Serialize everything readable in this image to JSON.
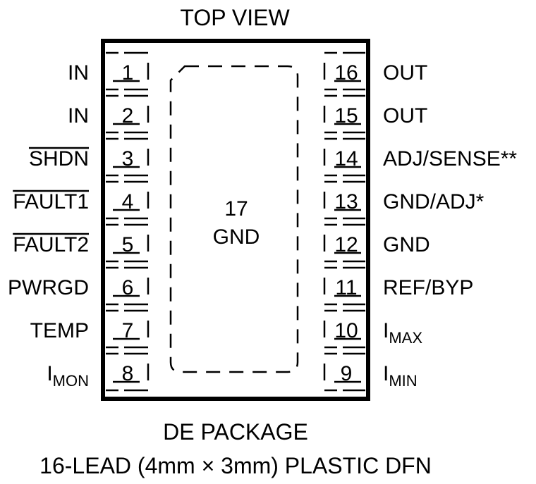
{
  "header": {
    "view_label": "TOP VIEW"
  },
  "package": {
    "pad_number": "17",
    "pad_name": "GND",
    "footer_line1": "DE PACKAGE",
    "footer_line2": "16-LEAD (4mm × 3mm) PLASTIC DFN"
  },
  "left_pins": [
    {
      "num": "1",
      "name": "IN",
      "overbar": false,
      "sub": ""
    },
    {
      "num": "2",
      "name": "IN",
      "overbar": false,
      "sub": ""
    },
    {
      "num": "3",
      "name": "SHDN",
      "overbar": true,
      "sub": ""
    },
    {
      "num": "4",
      "name": "FAULT1",
      "overbar": true,
      "sub": ""
    },
    {
      "num": "5",
      "name": "FAULT2",
      "overbar": true,
      "sub": ""
    },
    {
      "num": "6",
      "name": "PWRGD",
      "overbar": false,
      "sub": ""
    },
    {
      "num": "7",
      "name": "TEMP",
      "overbar": false,
      "sub": ""
    },
    {
      "num": "8",
      "name": "I",
      "overbar": false,
      "sub": "MON"
    }
  ],
  "right_pins": [
    {
      "num": "16",
      "name": "OUT",
      "overbar": false,
      "sub": ""
    },
    {
      "num": "15",
      "name": "OUT",
      "overbar": false,
      "sub": ""
    },
    {
      "num": "14",
      "name": "ADJ/SENSE**",
      "overbar": false,
      "sub": ""
    },
    {
      "num": "13",
      "name": "GND/ADJ*",
      "overbar": false,
      "sub": ""
    },
    {
      "num": "12",
      "name": "GND",
      "overbar": false,
      "sub": ""
    },
    {
      "num": "11",
      "name": "REF/BYP",
      "overbar": false,
      "sub": ""
    },
    {
      "num": "10",
      "name": "I",
      "overbar": false,
      "sub": "MAX"
    },
    {
      "num": "9",
      "name": "I",
      "overbar": false,
      "sub": "MIN"
    }
  ]
}
